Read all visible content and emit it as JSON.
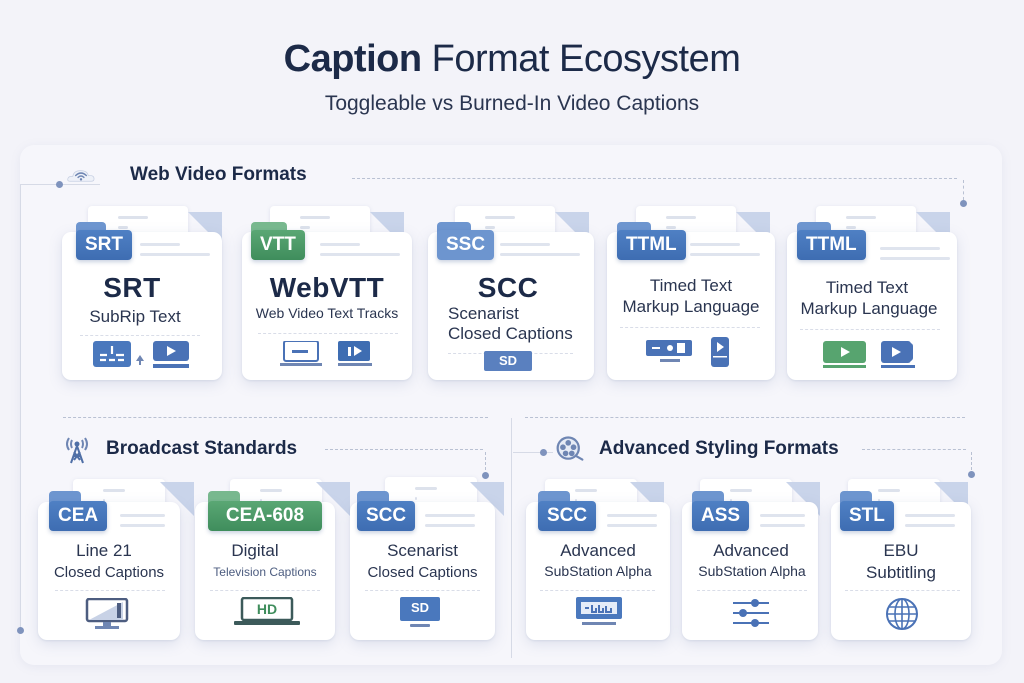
{
  "header": {
    "title_bold": "Caption",
    "title_rest": "Format Ecosystem",
    "subtitle": "Toggleable vs Burned-In Video Captions"
  },
  "sections": {
    "web": {
      "title": "Web Video Formats",
      "icon": "cloud-wifi-icon",
      "cards": [
        {
          "tag": "SRT",
          "tag_color": "#3e6db2",
          "name": "SRT",
          "desc": "SubRip Text",
          "icons": [
            "equalizer-icon",
            "play-screen-icon"
          ]
        },
        {
          "tag": "VTT",
          "tag_color": "#3f8d5c",
          "name": "WebVTT",
          "desc": "Web Video Text Tracks",
          "icons": [
            "laptop-icon",
            "play-split-icon"
          ]
        },
        {
          "tag": "SSC",
          "tag_color": "#3e6db2",
          "name": "SCC",
          "desc_line1": "Scenarist",
          "desc_line2": "Closed Captions",
          "badge": "SD"
        },
        {
          "tag": "TTML",
          "tag_color": "#3e6db2",
          "desc_line1": "Timed Text",
          "desc_line2": "Markup Language",
          "icons": [
            "monitor-controls-icon",
            "play-split-icon"
          ]
        },
        {
          "tag": "TTML",
          "tag_color": "#3e6db2",
          "desc_line1": "Timed Text",
          "desc_line2": "Markup Language",
          "icons": [
            "play-green-icon",
            "play-blue-icon"
          ]
        }
      ]
    },
    "broadcast": {
      "title": "Broadcast Standards",
      "icon": "antenna-icon",
      "cards": [
        {
          "tag": "CEA",
          "tag_color": "#3e6db2",
          "desc_line1": "Line 21",
          "desc_line2": "Closed Captions",
          "icon": "monitor-icon"
        },
        {
          "tag": "CEA-608",
          "tag_color": "#3f8d5c",
          "desc_line1": "Digital",
          "desc_line2": "Television Captions",
          "icon_label": "HD"
        },
        {
          "tag": "SCC",
          "tag_color": "#3e6db2",
          "desc_line1": "Scenarist",
          "desc_line2": "Closed Captions",
          "icon_label": "SD"
        }
      ]
    },
    "advanced": {
      "title": "Advanced Styling Formats",
      "icon": "film-reel-icon",
      "cards": [
        {
          "tag": "SCC",
          "tag_color": "#3e6db2",
          "desc_line1": "Advanced",
          "desc_line2": "SubStation Alpha",
          "icon": "monitor-subtitles-icon"
        },
        {
          "tag": "ASS",
          "tag_color": "#3e6db2",
          "desc_line1": "Advanced",
          "desc_line2": "SubStation Alpha",
          "icon": "sliders-icon"
        },
        {
          "tag": "STL",
          "tag_color": "#3e6db2",
          "desc_line1": "EBU",
          "desc_line2": "Subtitling",
          "icon": "globe-icon"
        }
      ]
    }
  }
}
